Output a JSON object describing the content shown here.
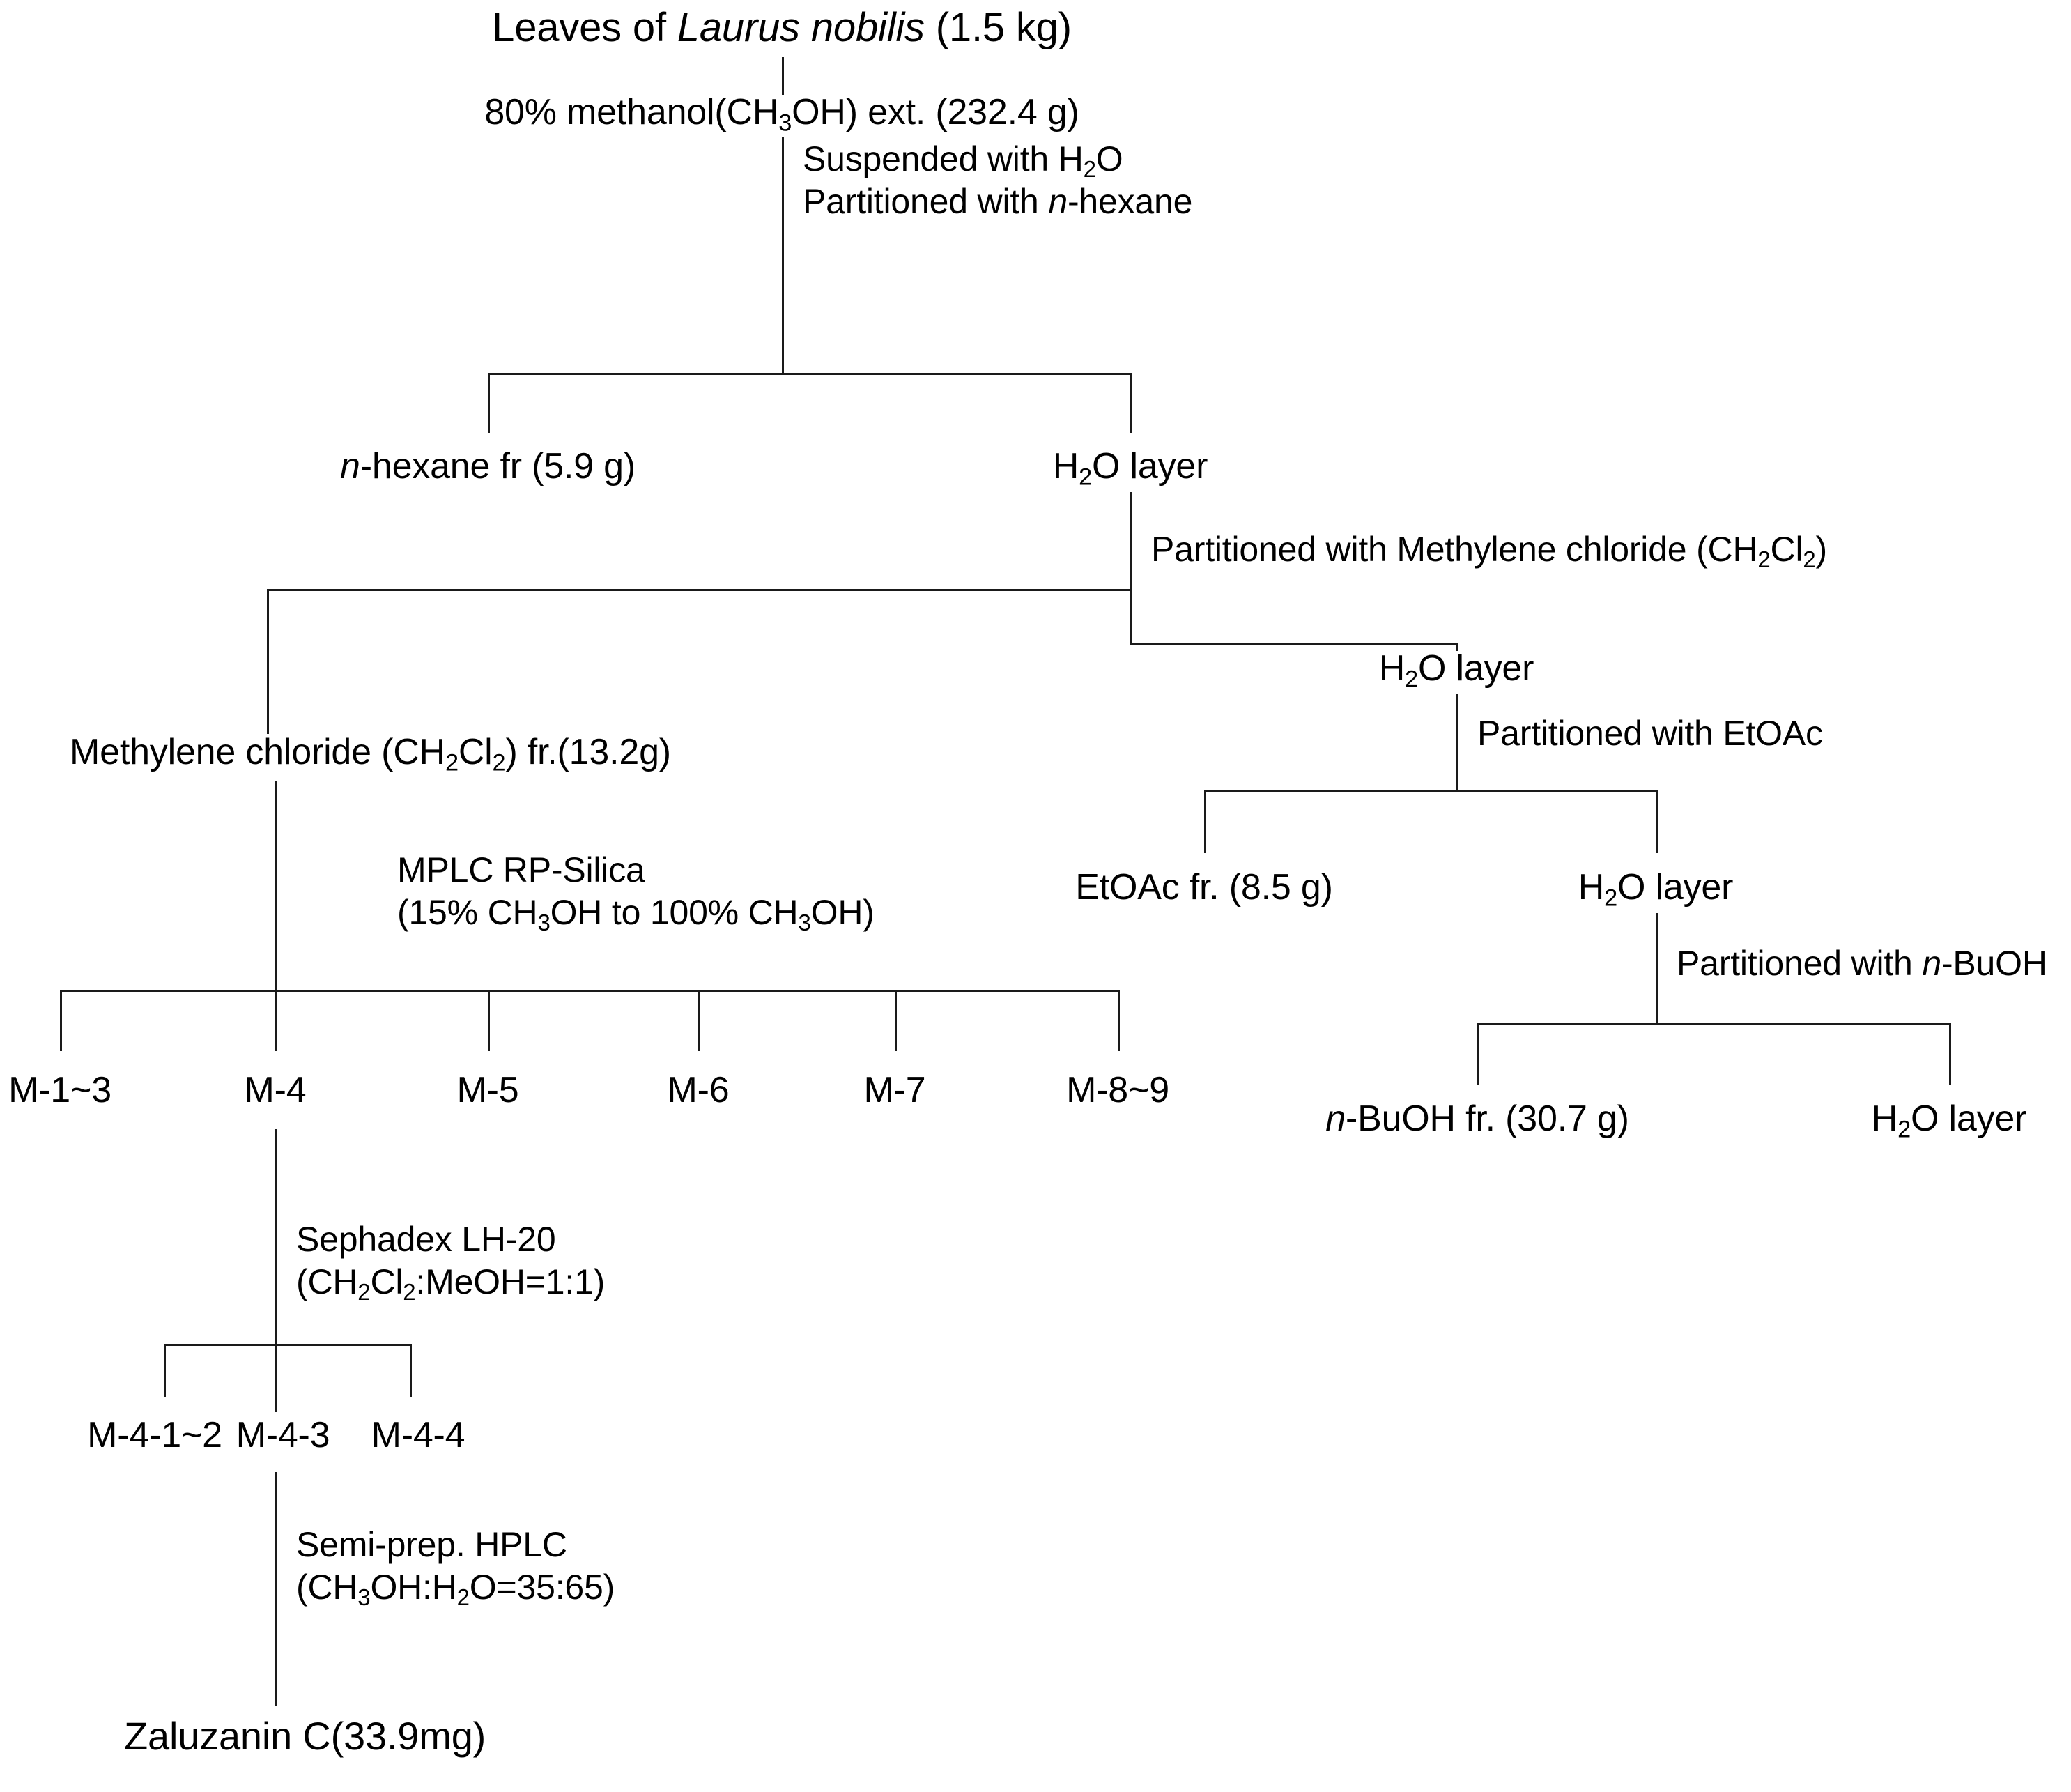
{
  "diagram": {
    "title": "Isolation scheme of Zaluzanin C from Laurus nobilis leaves",
    "type": "flowchart"
  },
  "nodes": {
    "source": {
      "label": "Leaves of Laurus nobilis (1.5 kg)",
      "species_italic": "Laurus nobilis",
      "amount": "1.5 kg"
    },
    "meoh_ext": {
      "label": "80% methanol(CH3OH) ext. (232.4 g)",
      "amount": "232.4 g"
    },
    "hexane_fr": {
      "label": "n-hexane fr (5.9 g)",
      "amount": "5.9 g"
    },
    "water_layer_1": {
      "label": "H2O layer"
    },
    "dcm_fr": {
      "label": "Methylene chloride (CH2Cl2) fr.(13.2g)",
      "amount": "13.2 g"
    },
    "water_layer_2": {
      "label": "H2O layer"
    },
    "etoac_fr": {
      "label": "EtOAc fr. (8.5 g)",
      "amount": "8.5 g"
    },
    "water_layer_3": {
      "label": "H2O layer"
    },
    "buoh_fr": {
      "label": "n-BuOH fr. (30.7 g)",
      "amount": "30.7 g"
    },
    "water_layer_4": {
      "label": "H2O layer"
    },
    "product": {
      "label": "Zaluzanin C(33.9mg)",
      "amount": "33.9 mg"
    }
  },
  "annotations": {
    "step_hexane": {
      "line1": "Suspended with H2O",
      "line2": "Partitioned with n-hexane"
    },
    "step_dcm": {
      "line1": "Partitioned with Methylene chloride (CH2Cl2)"
    },
    "step_etoac": {
      "line1": "Partitioned with EtOAc"
    },
    "step_buoh": {
      "line1": "Partitioned with n-BuOH"
    },
    "step_mplc": {
      "line1": "MPLC RP-Silica",
      "line2": "(15% CH3OH to 100% CH3OH)"
    },
    "step_sephadex": {
      "line1": "Sephadex LH-20",
      "line2": "(CH2Cl2:MeOH=1:1)"
    },
    "step_hplc": {
      "line1": "Semi-prep. HPLC",
      "line2": "(CH3OH:H2O=35:65)"
    }
  },
  "fractions_mplc": [
    {
      "label": "M-1~3"
    },
    {
      "label": "M-4"
    },
    {
      "label": "M-5"
    },
    {
      "label": "M-6"
    },
    {
      "label": "M-7"
    },
    {
      "label": "M-8~9"
    }
  ],
  "fractions_sephadex": [
    {
      "label": "M-4-1~2"
    },
    {
      "label": "M-4-3"
    },
    {
      "label": "M-4-4"
    }
  ],
  "style": {
    "line_color": "#1a1a1a",
    "text_color": "#000000",
    "background": "#ffffff"
  }
}
